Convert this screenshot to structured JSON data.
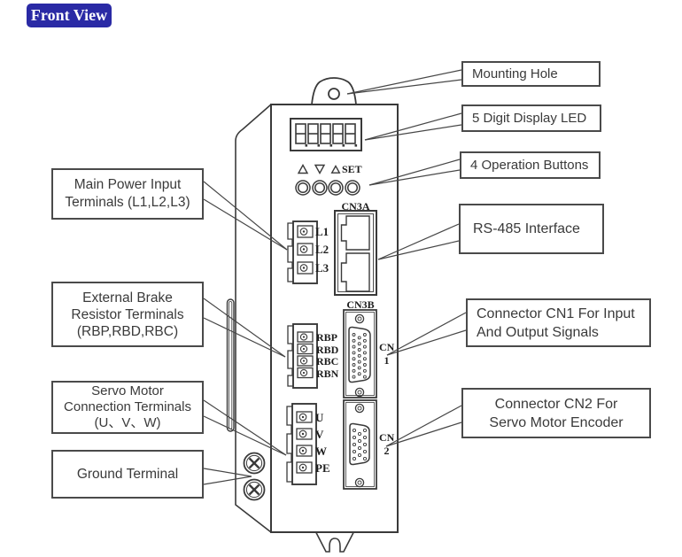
{
  "badge": {
    "label": "Front View",
    "bg": "#2a2aa5",
    "fg": "#ffffff"
  },
  "callouts": {
    "left": [
      {
        "lines": [
          "Main Power Input",
          "Terminals (L1,L2,L3)"
        ]
      },
      {
        "lines": [
          "External Brake",
          "Resistor  Terminals",
          "(RBP,RBD,RBC)"
        ]
      },
      {
        "lines": [
          "Servo Motor",
          "Connection Terminals",
          "(U、V、W)"
        ]
      },
      {
        "lines": [
          "Ground Terminal"
        ]
      }
    ],
    "right": [
      {
        "lines": [
          "Mounting Hole"
        ]
      },
      {
        "lines": [
          "5 Digit Display LED"
        ]
      },
      {
        "lines": [
          "4 Operation Buttons"
        ]
      },
      {
        "lines": [
          "RS-485 Interface"
        ]
      },
      {
        "lines": [
          "Connector CN1 For Input",
          "And Output Signals"
        ]
      },
      {
        "lines": [
          "Connector CN2 For",
          "Servo Motor Encoder"
        ]
      }
    ]
  },
  "device": {
    "labels": {
      "cn3a": "CN3A",
      "cn3b": "CN3B",
      "set": "SET",
      "cn1_line1": "CN",
      "cn1_line2": "1",
      "cn2_line1": "CN",
      "cn2_line2": "2"
    },
    "power_terminals": [
      "L1",
      "L2",
      "L3"
    ],
    "brake_terminals": [
      "RBP",
      "RBD",
      "RBC",
      "RBN"
    ],
    "motor_terminals": [
      "U",
      "V",
      "W",
      "PE"
    ]
  },
  "colors": {
    "line": "#3a3a3a",
    "accent_blue": "#2a2aa5"
  }
}
